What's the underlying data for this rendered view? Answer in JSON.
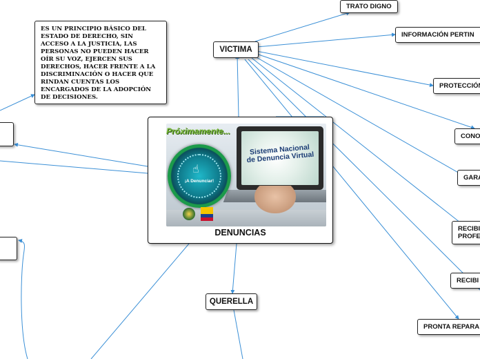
{
  "central": {
    "title": "DENUNCIAS",
    "image": {
      "banner_text": "Próximamente...",
      "screen_text": "Sistema Nacional\nde Denuncia Virtual",
      "badge_text": "¡A Denunciar!"
    }
  },
  "note": {
    "text": "ES UN PRINCIPIO BÁSICO  DEL\nESTADO DE DERECHO, SIN\nACCESO A LA JUSTICIA, LAS\nPERSONAS NO PUEDEN HACER\nOÍR SU VOZ, EJERCEN SUS\nDERECHOS, HACER FRENTE A LA\nDISCRIMINACIÓN O HACER QUE\nRINDAN CUENTAS LOS\nENCARGADOS DE LA ADOPCIÓN\nDE DECISIONES."
  },
  "nodes": {
    "victima": "VICTIMA",
    "querella": "QUERELLA",
    "trato_digno": "TRATO DIGNO",
    "informacion": "INFORMACIÓN PERTIN",
    "proteccion": "PROTECCIÓN",
    "cono": "CONO",
    "gara": "GARA",
    "recibir_prof_line1": "RECIBI",
    "recibir_prof_line2": "PROFE",
    "recibir": "RECIBI",
    "pronta_reparacion": "PRONTA REPARA"
  },
  "colors": {
    "connector": "#3a8fd6",
    "border": "#222222"
  }
}
